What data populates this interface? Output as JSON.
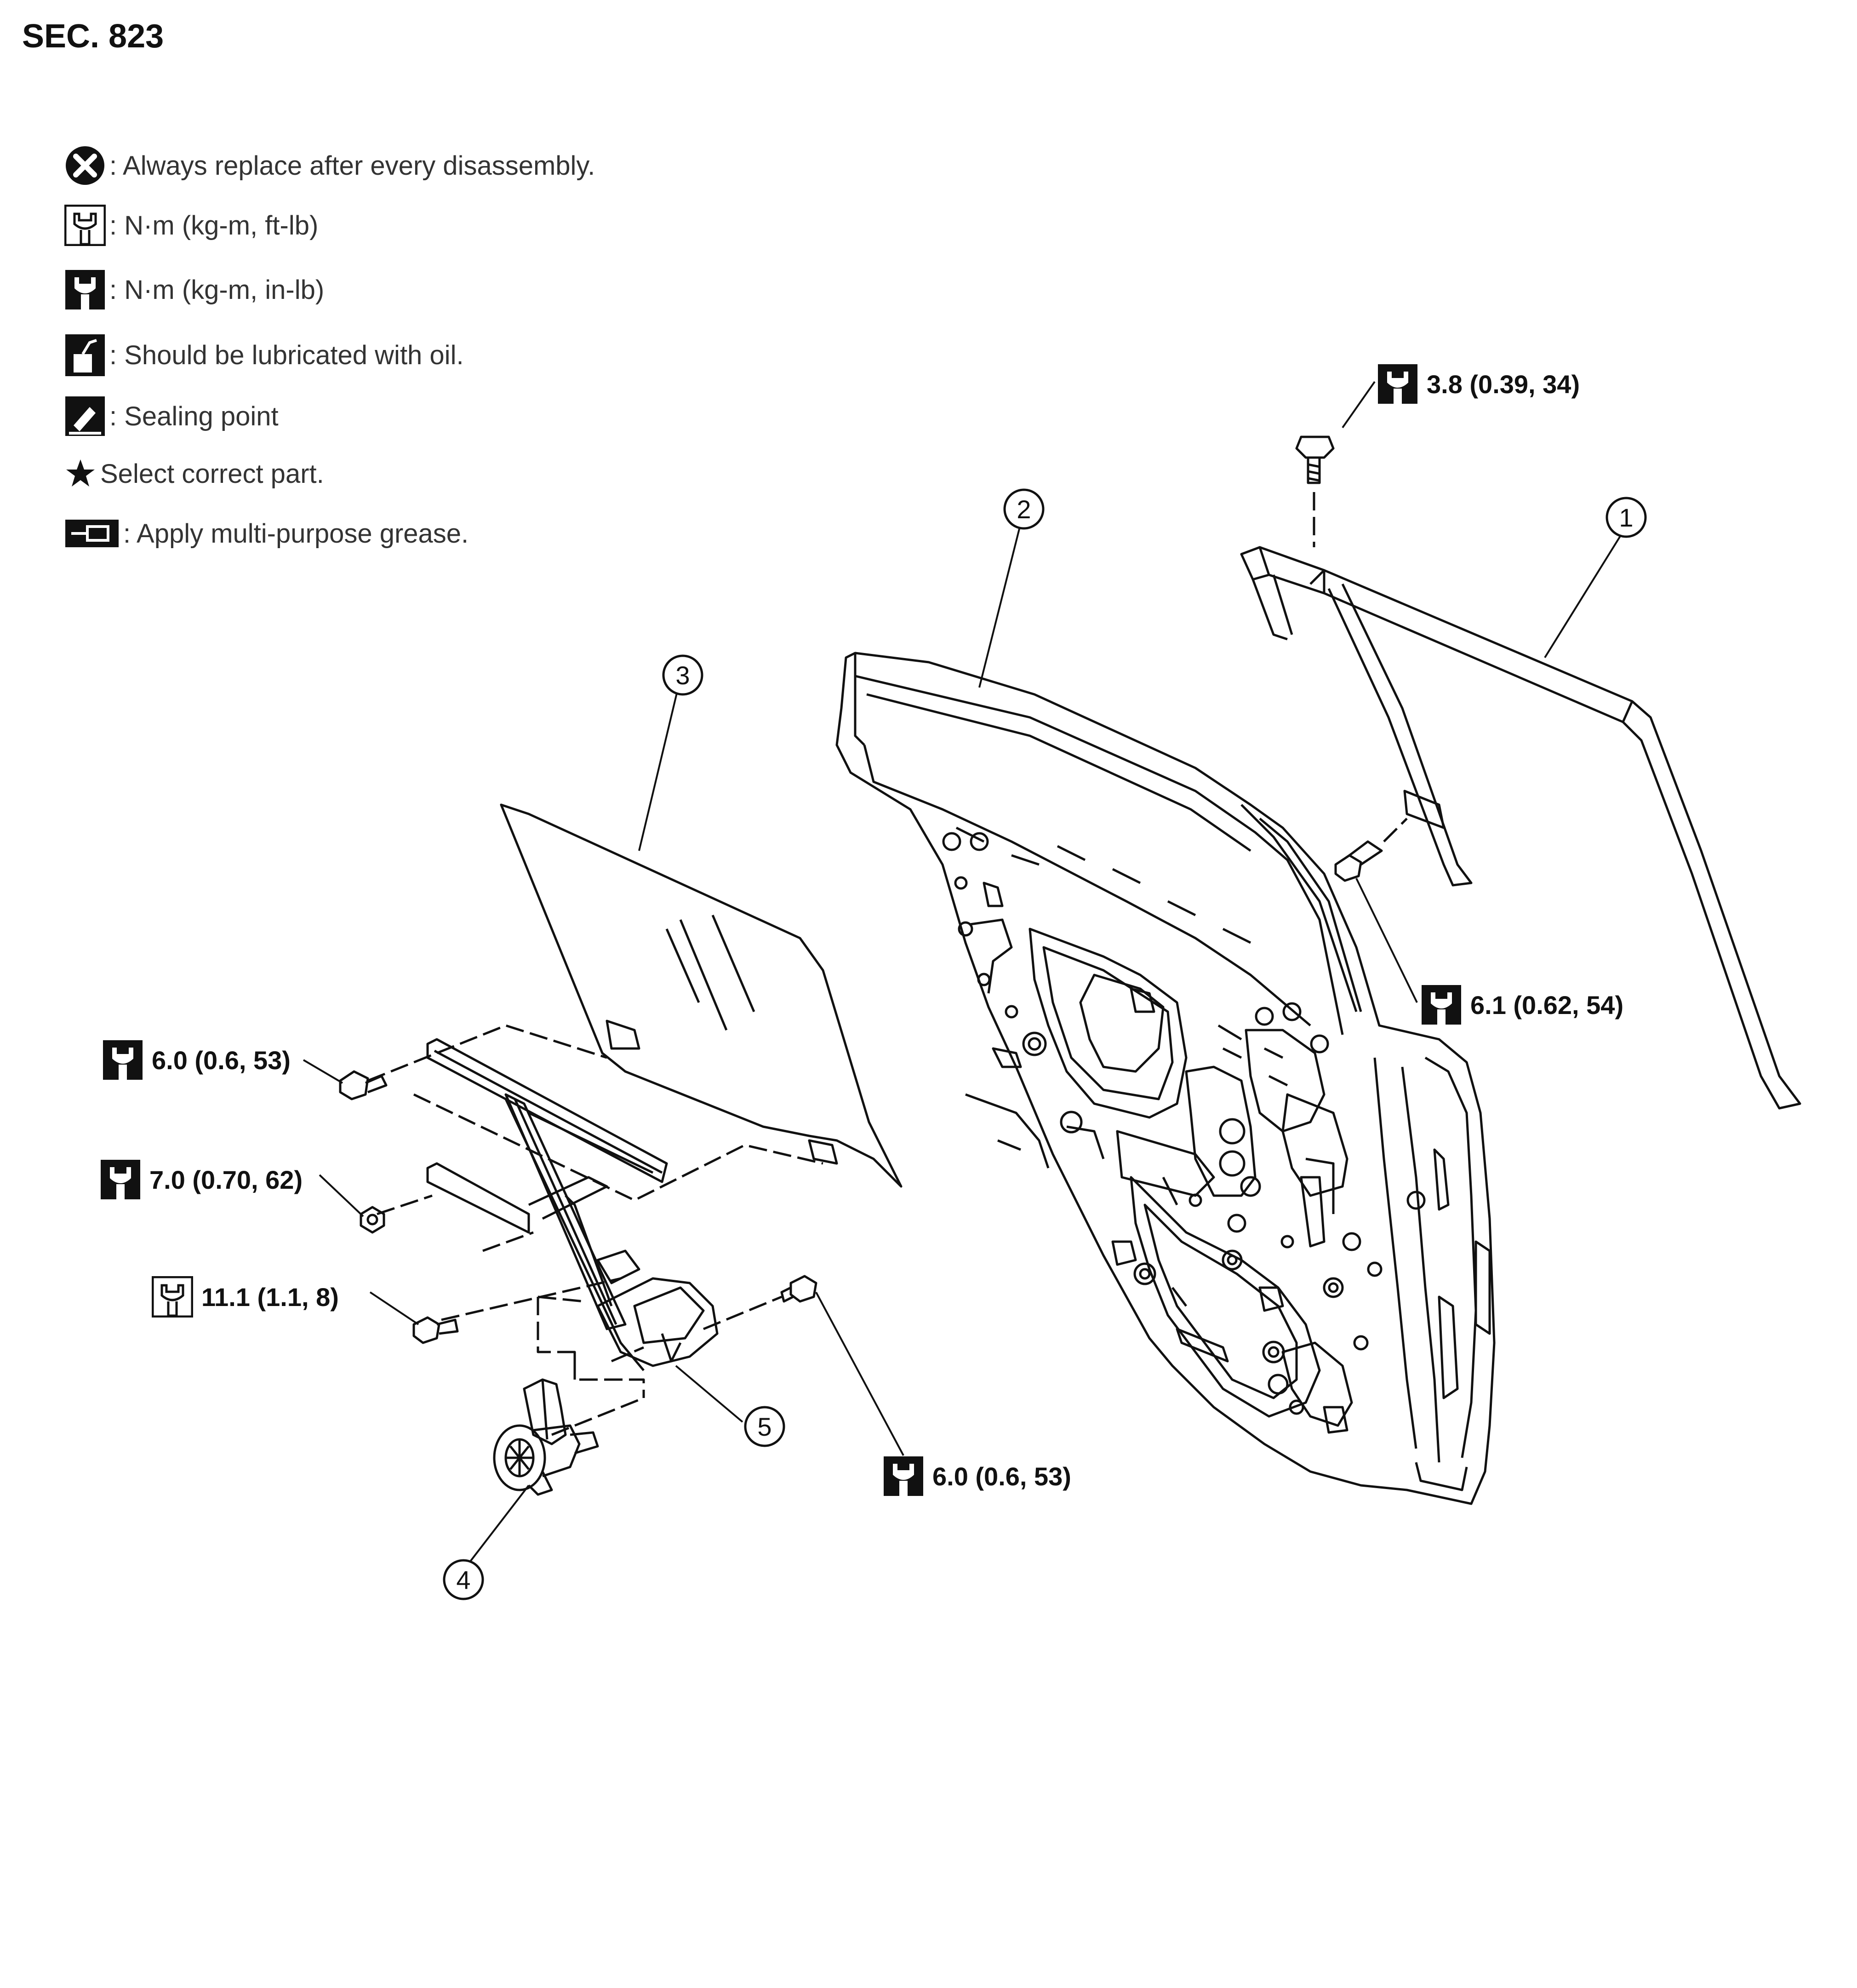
{
  "section": "SEC. 823",
  "legend": [
    {
      "icon": "always-replace-icon",
      "text": ": Always replace after every disassembly."
    },
    {
      "icon": "torque-ft-lb-icon",
      "text": ": N·m (kg-m, ft-lb)"
    },
    {
      "icon": "torque-in-lb-icon",
      "text": ": N·m (kg-m, in-lb)"
    },
    {
      "icon": "oil-can-icon",
      "text": ": Should be lubricated with oil."
    },
    {
      "icon": "sealing-point-icon",
      "text": ": Sealing point"
    },
    {
      "icon": "star-icon",
      "text": "Select correct part."
    },
    {
      "icon": "grease-icon",
      "text": ": Apply multi-purpose grease."
    }
  ],
  "torques": [
    {
      "icon": "torque-in-lb-icon",
      "text": "3.8 (0.39, 34)"
    },
    {
      "icon": "torque-in-lb-icon",
      "text": "6.1 (0.62, 54)"
    },
    {
      "icon": "torque-in-lb-icon",
      "text": "6.0 (0.6, 53)"
    },
    {
      "icon": "torque-in-lb-icon",
      "text": "7.0 (0.70, 62)"
    },
    {
      "icon": "torque-ft-lb-icon",
      "text": "11.1 (1.1, 8)"
    },
    {
      "icon": "torque-in-lb-icon",
      "text": "6.0 (0.6, 53)"
    }
  ],
  "callouts": [
    "1",
    "2",
    "3",
    "4",
    "5"
  ]
}
